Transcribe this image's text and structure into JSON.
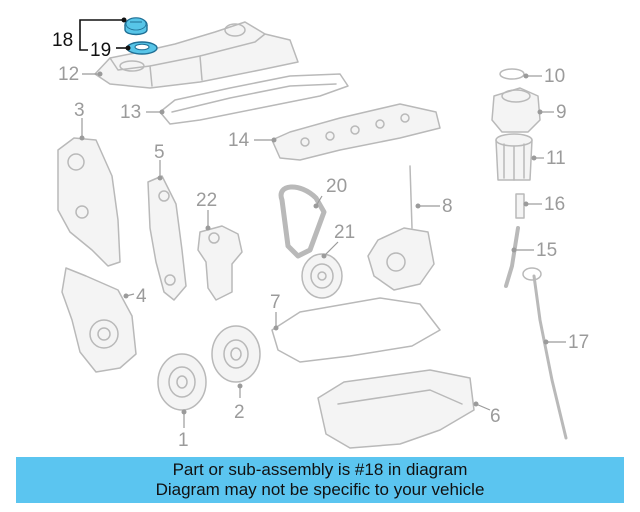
{
  "callouts": [
    {
      "id": "18",
      "label": "18",
      "highlighted": true
    },
    {
      "id": "19",
      "label": "19",
      "highlighted": true
    },
    {
      "id": "1",
      "label": "1"
    },
    {
      "id": "2",
      "label": "2"
    },
    {
      "id": "3",
      "label": "3"
    },
    {
      "id": "4",
      "label": "4"
    },
    {
      "id": "5",
      "label": "5"
    },
    {
      "id": "6",
      "label": "6"
    },
    {
      "id": "7",
      "label": "7"
    },
    {
      "id": "8",
      "label": "8"
    },
    {
      "id": "9",
      "label": "9"
    },
    {
      "id": "10",
      "label": "10"
    },
    {
      "id": "11",
      "label": "11"
    },
    {
      "id": "12",
      "label": "12"
    },
    {
      "id": "13",
      "label": "13"
    },
    {
      "id": "14",
      "label": "14"
    },
    {
      "id": "15",
      "label": "15"
    },
    {
      "id": "16",
      "label": "16"
    },
    {
      "id": "17",
      "label": "17"
    },
    {
      "id": "20",
      "label": "20"
    },
    {
      "id": "21",
      "label": "21"
    },
    {
      "id": "22",
      "label": "22"
    }
  ],
  "colors": {
    "highlight": "#57c5e8",
    "banner": "#5bc5f0"
  },
  "banner": {
    "line1": "Part or sub-assembly is #18 in diagram",
    "line2": "Diagram may not be specific to your vehicle"
  }
}
